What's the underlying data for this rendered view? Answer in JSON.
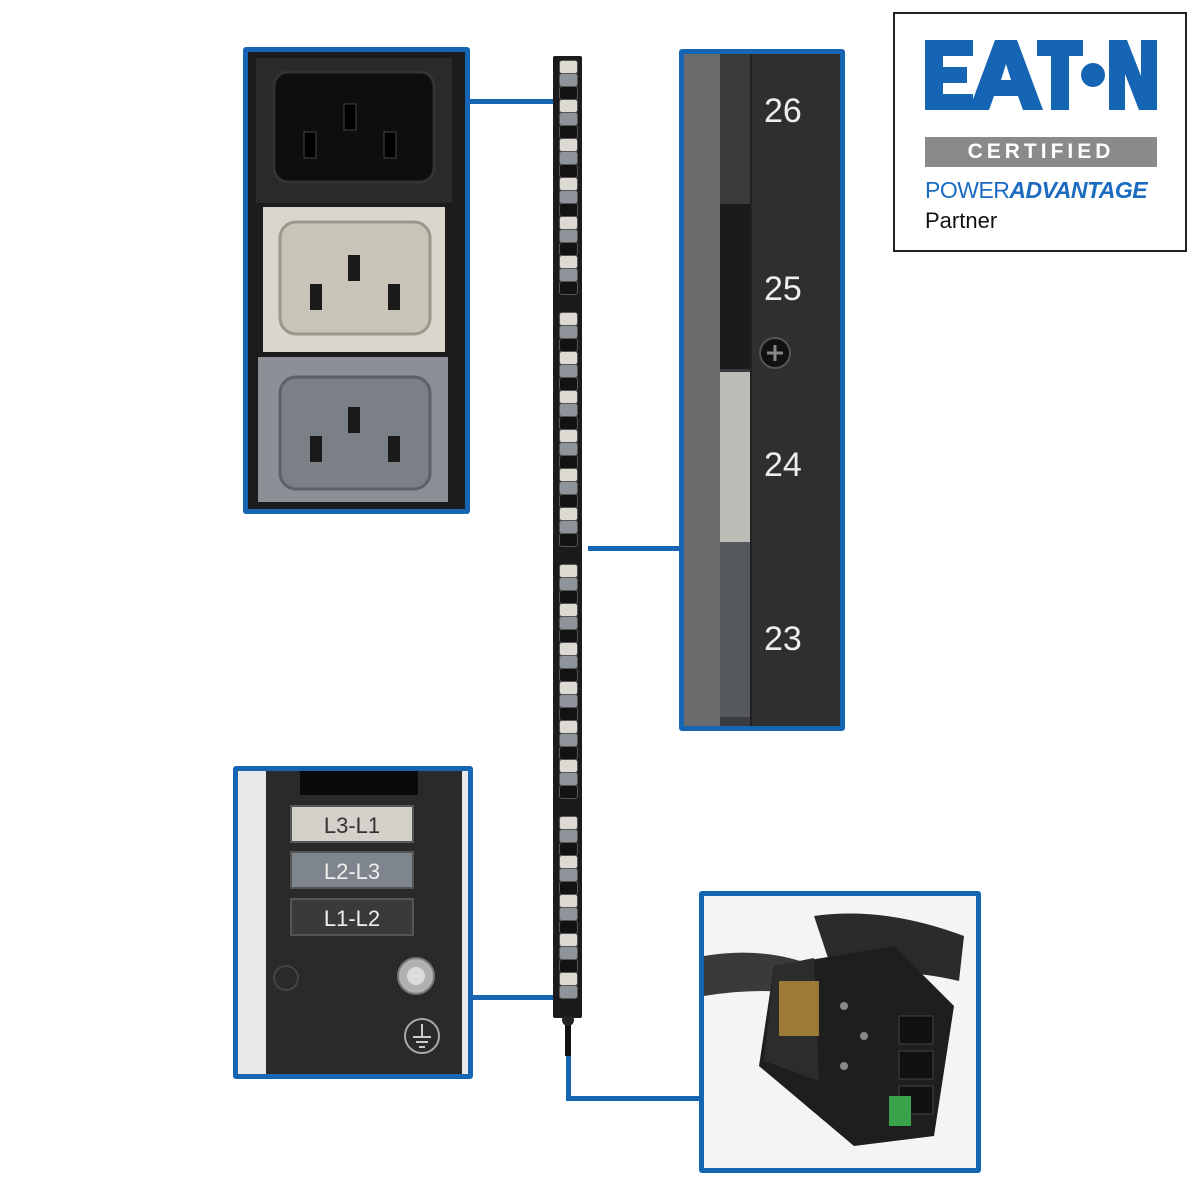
{
  "brand": {
    "wordmark": "EAT•N",
    "certified": "CERTIFIED",
    "power": "POWER",
    "advantage": "ADVANTAGE",
    "partner": "Partner"
  },
  "outlet_numbers": [
    "26",
    "25",
    "24",
    "23"
  ],
  "phase_labels": [
    "L3-L1",
    "L2-L3",
    "L1-L2"
  ],
  "colors": {
    "callout_border": "#1565b4",
    "eaton_blue": "#1565b4",
    "outlet_white": "#dcdad2",
    "outlet_gray": "#8f939a",
    "outlet_black": "#121212"
  }
}
